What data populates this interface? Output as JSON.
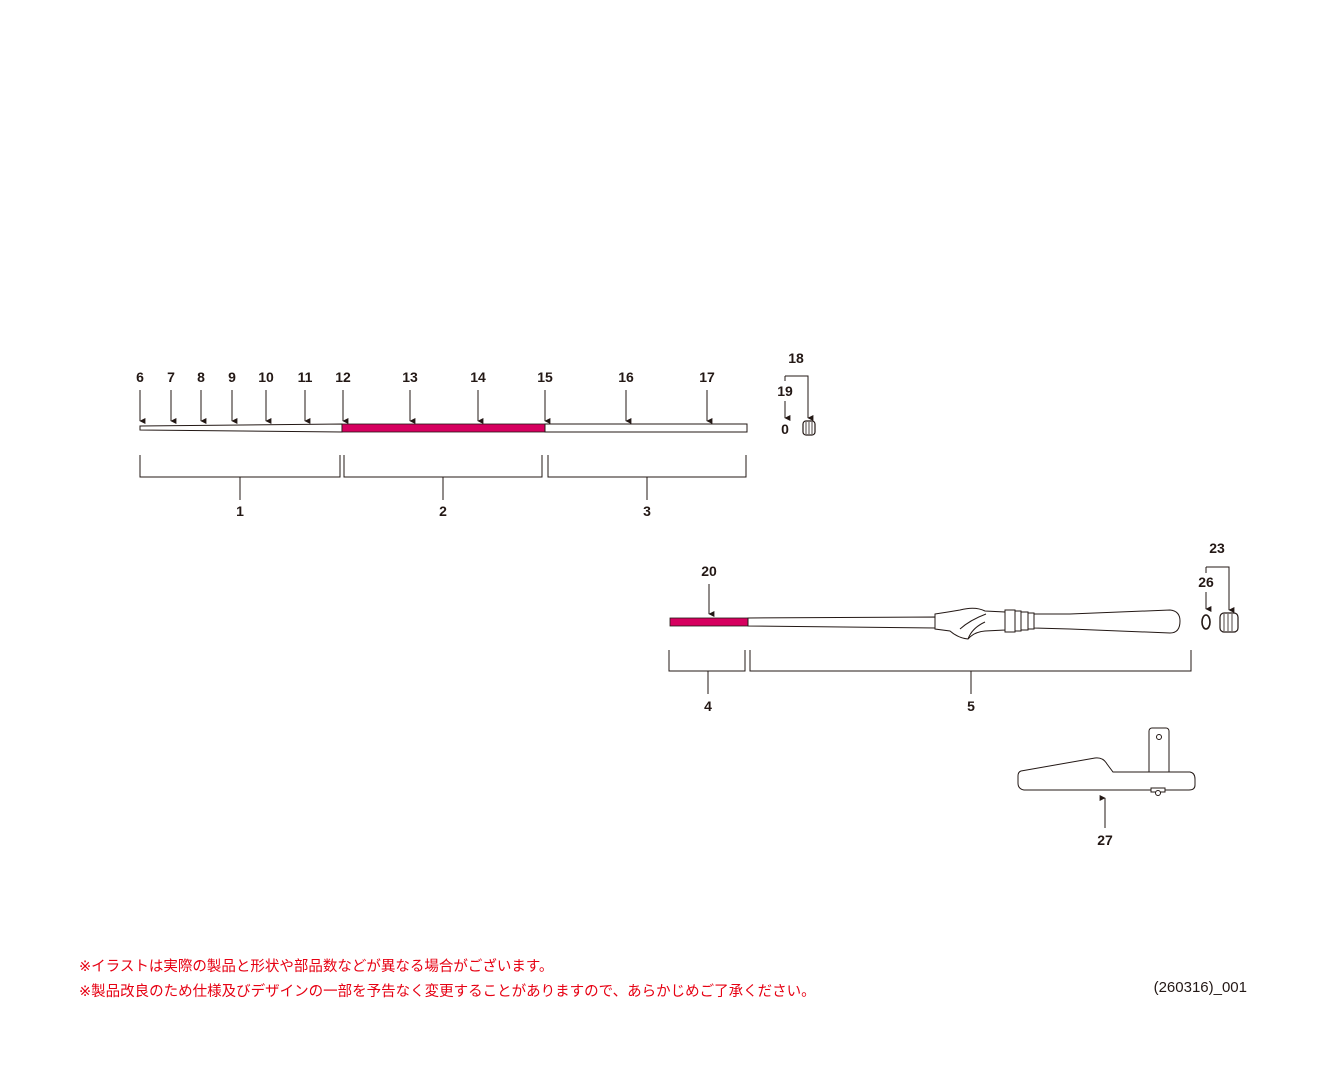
{
  "colors": {
    "accent": "#d6005f",
    "line": "#231815",
    "note": "#e60012"
  },
  "labels": {
    "p1": "1",
    "p2": "2",
    "p3": "3",
    "p4": "4",
    "p5": "5",
    "p6": "6",
    "p7": "7",
    "p8": "8",
    "p9": "9",
    "p10": "10",
    "p11": "11",
    "p12": "12",
    "p13": "13",
    "p14": "14",
    "p15": "15",
    "p16": "16",
    "p17": "17",
    "p18": "18",
    "p19": "19",
    "p20": "20",
    "p23": "23",
    "p26": "26",
    "p27": "27"
  },
  "oring_symbol": "0",
  "notes": {
    "line1": "※イラストは実際の製品と形状や部品数などが異なる場合がございます。",
    "line2": "※製品改良のため仕様及びデザインの一部を予告なく変更することがありますので、あらかじめご了承ください。"
  },
  "doc_code": "(260316)_001"
}
